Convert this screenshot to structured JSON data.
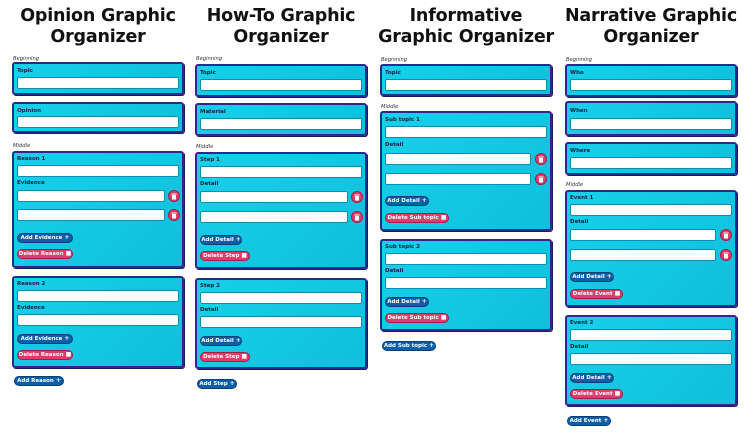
{
  "columns": [
    {
      "title": "Opinion Graphic Organizer",
      "labels": {
        "beginning": "Beginning",
        "middle": "Middle"
      },
      "topic": "Topic",
      "opinion": "Opinion",
      "reason1": {
        "title": "Reason 1",
        "evidence": "Evidence",
        "add": "Add Evidence",
        "delete": "Delete Reason"
      },
      "reason2": {
        "title": "Reason 2",
        "evidence": "Evidence",
        "add": "Add Evidence",
        "delete": "Delete Reason"
      },
      "add_main": "Add Reason"
    },
    {
      "title": "How-To Graphic Organizer",
      "labels": {
        "beginning": "Beginning",
        "middle": "Middle"
      },
      "topic": "Topic",
      "material": "Material",
      "step1": {
        "title": "Step 1",
        "detail": "Detail",
        "add": "Add Detail",
        "delete": "Delete Step"
      },
      "step2": {
        "title": "Step 2",
        "detail": "Detail",
        "add": "Add Detail",
        "delete": "Delete Step"
      },
      "add_main": "Add Step"
    },
    {
      "title": "Informative Graphic Organizer",
      "labels": {
        "beginning": "Beginning",
        "middle": "Middle"
      },
      "topic": "Topic",
      "sub1": {
        "title": "Sub topic 1",
        "detail": "Detail",
        "add": "Add Detail",
        "delete": "Delete Sub topic"
      },
      "sub2": {
        "title": "Sub topic 2",
        "detail": "Detail",
        "add": "Add Detail",
        "delete": "Delete Sub topic"
      },
      "add_main": "Add Sub topic"
    },
    {
      "title": "Narrative Graphic Organizer",
      "labels": {
        "beginning": "Beginning",
        "middle": "Middle"
      },
      "who": "Who",
      "when": "When",
      "where": "Where",
      "event1": {
        "title": "Event 1",
        "detail": "Detail",
        "add": "Add Detail",
        "delete": "Delete Event"
      },
      "event2": {
        "title": "Event 2",
        "detail": "Detail",
        "add": "Add Detail",
        "delete": "Delete Event"
      },
      "add_main": "Add Event"
    }
  ],
  "icons": {
    "add": "plus-icon",
    "delete": "trash-icon"
  },
  "colors": {
    "card": "#18d0ea",
    "card_border": "#2a2a8c",
    "add_button": "#0b5fa8",
    "delete_button": "#e23a6b"
  }
}
